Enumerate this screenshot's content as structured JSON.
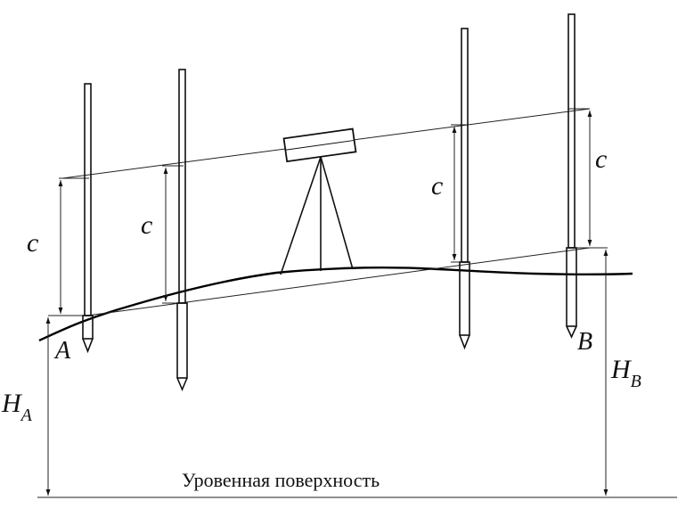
{
  "labels": {
    "c": "c",
    "point_a": "A",
    "point_b": "B",
    "height_a": "H",
    "height_a_sub": "A",
    "height_b": "H",
    "height_b_sub": "B",
    "baseline": "Уровенная поверхность"
  }
}
